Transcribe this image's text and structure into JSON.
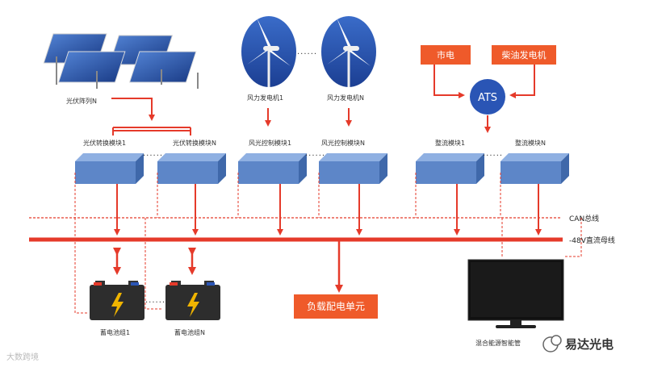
{
  "pv": {
    "array_label": "光伏阵列N",
    "conv1": "光伏转换模块1",
    "convN": "光伏转换模块N"
  },
  "wind": {
    "gen1": "风力发电机1",
    "genN": "风力发电机N",
    "ctrl1": "风光控制模块1",
    "ctrlN": "风光控制模块N"
  },
  "grid": {
    "mains": "市电",
    "diesel": "柴油发电机",
    "ats": "ATS",
    "rect1": "整流模块1",
    "rectN": "整流模块N"
  },
  "bus": {
    "can": "CAN总线",
    "dc": "-48V直流母线"
  },
  "battery": {
    "b1": "蓄电池组1",
    "bN": "蓄电池组N"
  },
  "load": "负载配电单元",
  "monitor": "混合能源智能管",
  "ellipsis": "······",
  "watermark": "大数跨境",
  "brand": "易达光电",
  "colors": {
    "red": "#e53a2a",
    "blue_box": "#5d86c8",
    "orange": "#ef5a2a"
  }
}
